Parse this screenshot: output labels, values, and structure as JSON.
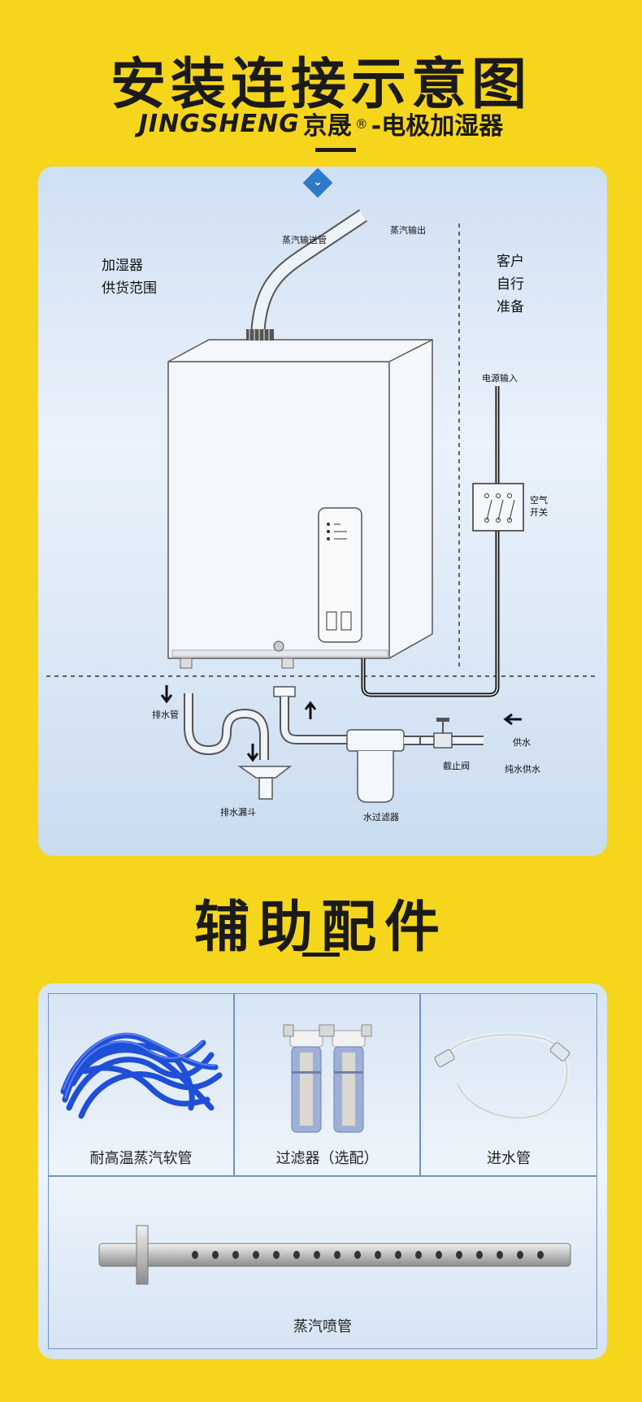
{
  "header": {
    "title": "安装连接示意图",
    "brand_latin": "JINGSHENG",
    "brand_cn": "京晟",
    "brand_mark": "®",
    "brand_suffix": "-电极加湿器"
  },
  "diagram": {
    "label_supply_scope": "加湿器\n供货范围",
    "label_customer": "客户\n自行\n准备",
    "label_steam_pipe": "蒸汽输送管",
    "label_steam_out": "蒸汽输出",
    "label_power_in": "电源输入",
    "label_air_switch": "空气\n开关",
    "label_drain_pipe": "排水管",
    "label_drain_funnel": "排水漏斗",
    "label_water_filter": "水过滤器",
    "label_shutoff_valve": "截止阀",
    "label_supply_water": "供水",
    "label_pure_water": "纯水供水"
  },
  "section2": {
    "title": "辅助配件"
  },
  "accessories": {
    "hose": "耐高温蒸汽软管",
    "filter": "过滤器（选配）",
    "inlet": "进水管",
    "nozzle": "蒸汽喷管"
  },
  "colors": {
    "background": "#f6d51d",
    "accent": "#2f79c9",
    "hose_blue": "#1f4fd6"
  }
}
